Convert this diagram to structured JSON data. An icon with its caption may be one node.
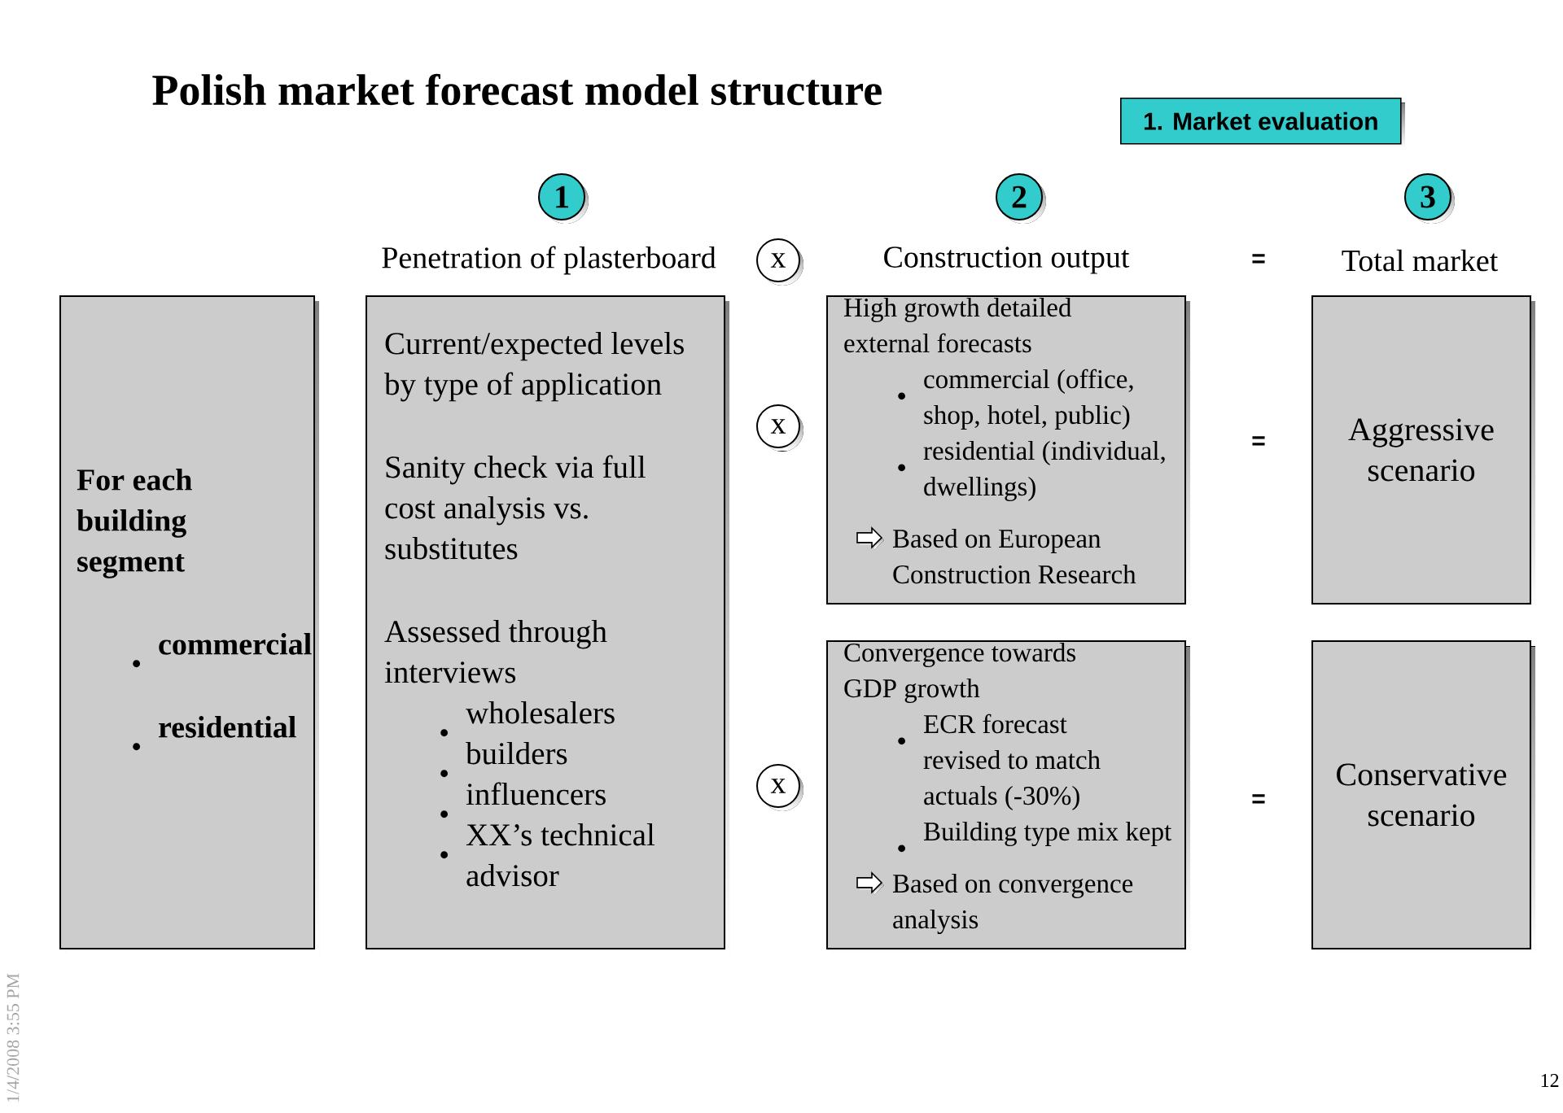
{
  "diagram": {
    "title": "Polish market forecast model structure",
    "nodes": [
      {
        "text": [
          "1. Market evaluation"
        ]
      },
      {
        "text": [
          "1"
        ]
      },
      {
        "text": [
          "2"
        ]
      },
      {
        "text": [
          "3"
        ]
      },
      {
        "text": [
          "x"
        ]
      },
      {
        "text": [
          "For each building segment",
          "commercial",
          "residential"
        ]
      },
      {
        "text": [
          "Current/expected levels by type of application",
          "Sanity check via full cost analysis vs. substitutes",
          "Assessed through interviews",
          "wholesalers",
          "builders",
          "influencers",
          "XX’s technical advisor"
        ]
      },
      {
        "text": [
          "x"
        ]
      },
      {
        "text": [
          "High growth detailed external forecasts",
          "commercial (office, shop, hotel, public)",
          "residential (individual, dwellings)",
          "Based on European Construction Research"
        ]
      },
      {
        "text": [
          "Aggressive scenario"
        ]
      },
      {
        "text": [
          "x"
        ]
      },
      {
        "text": [
          "Convergence towards GDP growth",
          "ECR forecast revised to match actuals (-30%)",
          "Building type mix kept",
          "Based on convergence analysis"
        ]
      },
      {
        "text": [
          "Conservative scenario"
        ]
      }
    ],
    "labels": [
      "Penetration of plasterboard",
      "Construction output",
      "=",
      "Total market",
      "=",
      "=",
      "1/4/2008 3:55 PM",
      "12"
    ]
  }
}
